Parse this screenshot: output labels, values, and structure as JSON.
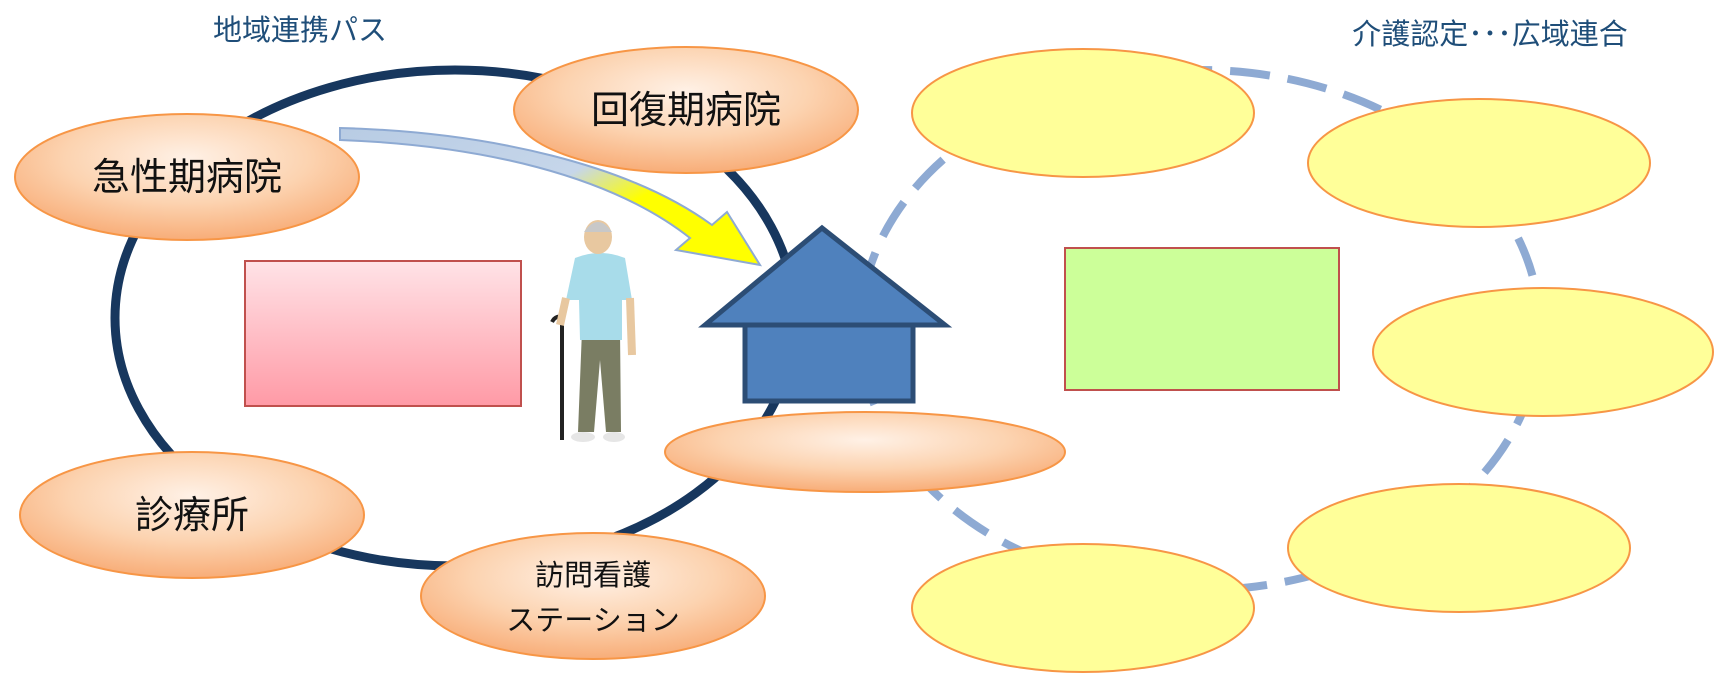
{
  "diagram": {
    "left_title": "地域連携パス",
    "right_title": "介護認定･･･広域連合",
    "nodes": {
      "acute_hospital": "急性期病院",
      "recovery_hospital": "回復期病院",
      "clinic": "診療所",
      "visiting_nursing_line1": "訪問看護",
      "visiting_nursing_line2": "ステーション"
    },
    "colors": {
      "medical_ring": "#17375e",
      "care_ring": "#8eaad3",
      "orange_node": "#fbc59a",
      "yellow_node": "#ffff99",
      "house": "#4f81bd",
      "pink_box": "#ffc0c8",
      "green_box": "#ccff99",
      "arrow": "#ffff00"
    },
    "icons": [
      "elderly-man-with-cane-icon",
      "house-icon"
    ]
  }
}
